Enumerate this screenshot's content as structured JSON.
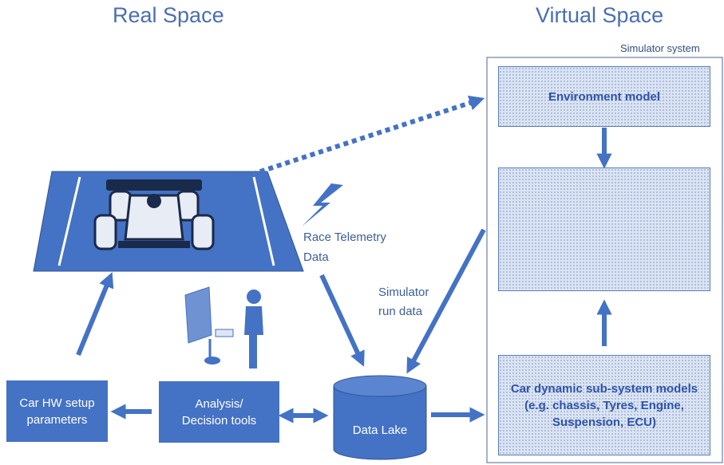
{
  "titles": {
    "real_space": "Real Space",
    "virtual_space": "Virtual Space"
  },
  "simulator": {
    "system_label": "Simulator system",
    "environment_model": "Environment model",
    "car_models_line1": "Car dynamic sub-system models",
    "car_models_line2": "(e.g. chassis, Tyres, Engine,",
    "car_models_line3": "Suspension, ECU)"
  },
  "labels": {
    "telemetry_line1": "Race Telemetry",
    "telemetry_line2": "Data",
    "sim_run_line1": "Simulator",
    "sim_run_line2": "run data"
  },
  "boxes": {
    "car_hw_line1": "Car HW setup",
    "car_hw_line2": "parameters",
    "analysis_line1": "Analysis/",
    "analysis_line2": "Decision tools",
    "data_lake": "Data Lake"
  },
  "colors": {
    "accent": "#4472c4",
    "title": "#4a6fb0",
    "dotted_fill": "#dbe4f3"
  }
}
